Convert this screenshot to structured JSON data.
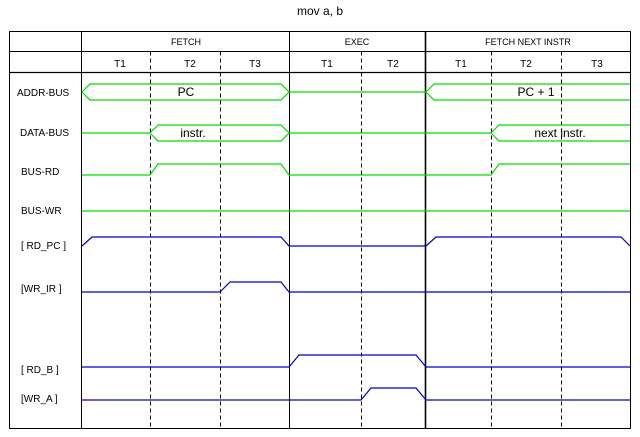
{
  "title": "mov   a,  b",
  "phases": [
    {
      "label": "FETCH"
    },
    {
      "label": "EXEC"
    },
    {
      "label": "FETCH NEXT INSTR"
    }
  ],
  "t_states": [
    "T1",
    "T2",
    "T3",
    "T1",
    "T2",
    "T1",
    "T2",
    "T3"
  ],
  "signals": [
    {
      "label": "ADDR-BUS",
      "kind": "bus"
    },
    {
      "label": "DATA-BUS",
      "kind": "bus"
    },
    {
      "label": "BUS-RD",
      "kind": "line"
    },
    {
      "label": "BUS-WR",
      "kind": "line"
    },
    {
      "label": "[ RD_PC ]",
      "kind": "line"
    },
    {
      "label": "[WR_IR ]",
      "kind": "line"
    },
    {
      "label": "[ RD_B ]",
      "kind": "line"
    },
    {
      "label": "[WR_A ]",
      "kind": "line"
    }
  ],
  "bus_values": {
    "addr_pc": "PC",
    "addr_next": "PC + 1",
    "data_instr": "instr.",
    "data_next": "next instr."
  },
  "colors": {
    "bus_signal": "#00dd00",
    "control_signal": "#0000cc",
    "grid": "#000000"
  }
}
